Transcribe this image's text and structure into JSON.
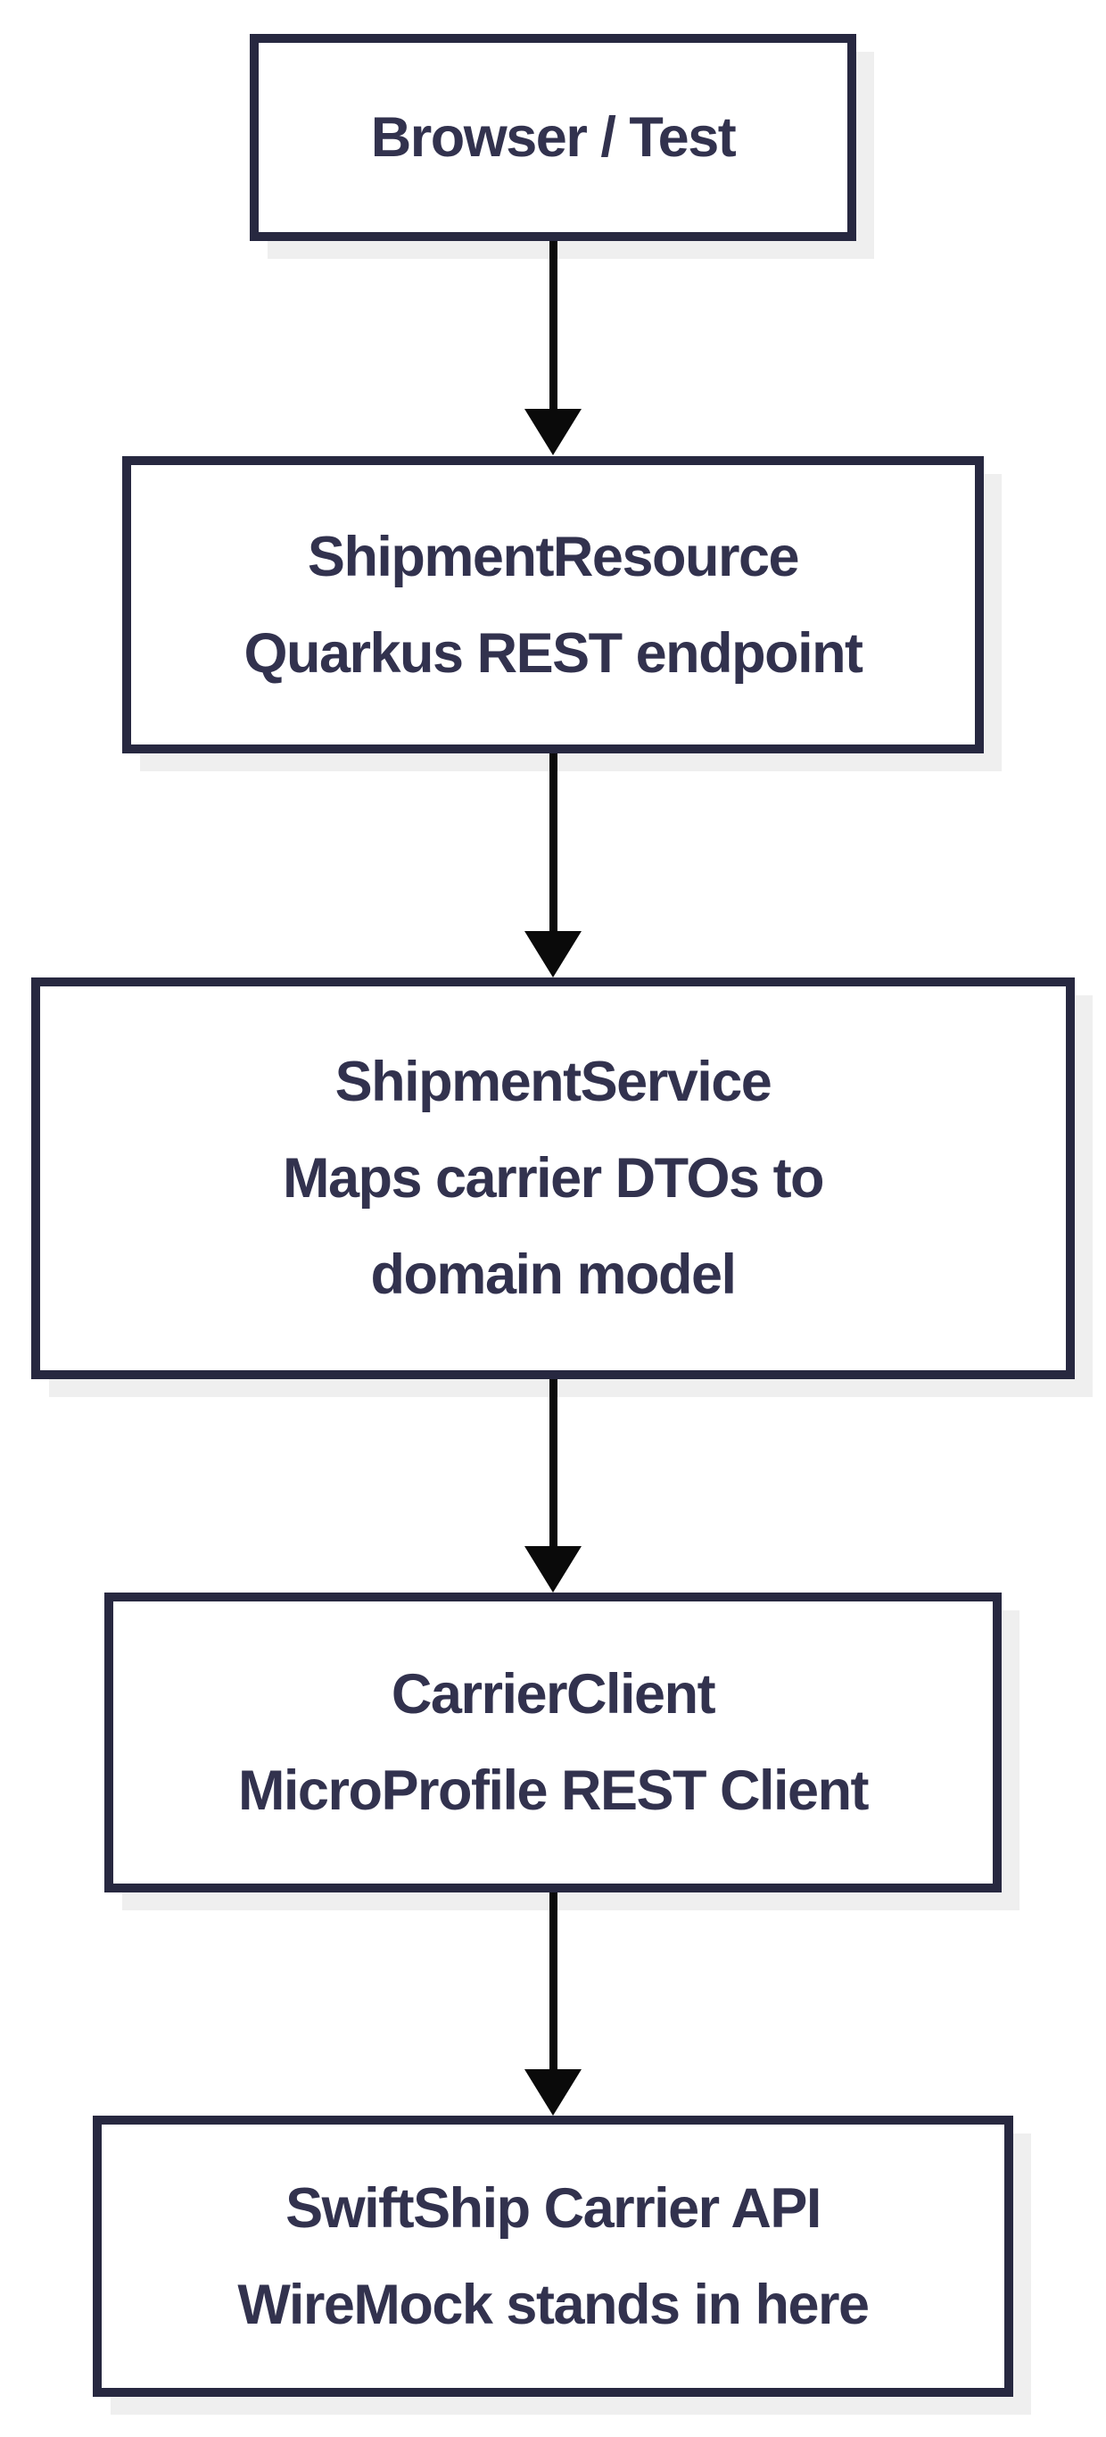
{
  "diagram": {
    "type": "flowchart",
    "direction": "top-down",
    "colors": {
      "canvas_bg": "#ffffff",
      "node_fill": "#ffffff",
      "node_border": "#272840",
      "node_text": "#32324e",
      "node_shadow": "#efefef",
      "arrow": "#0a0a0a"
    },
    "nodes": [
      {
        "id": "browser-test",
        "lines": [
          "Browser / Test"
        ]
      },
      {
        "id": "shipment-resource",
        "lines": [
          "ShipmentResource",
          "Quarkus REST endpoint"
        ]
      },
      {
        "id": "shipment-service",
        "lines": [
          "ShipmentService",
          "Maps carrier DTOs to",
          "domain model"
        ]
      },
      {
        "id": "carrier-client",
        "lines": [
          "CarrierClient",
          "MicroProfile REST Client"
        ]
      },
      {
        "id": "swiftship-api",
        "lines": [
          "SwiftShip Carrier API",
          "WireMock stands in here"
        ]
      }
    ],
    "edges": [
      {
        "from": "browser-test",
        "to": "shipment-resource"
      },
      {
        "from": "shipment-resource",
        "to": "shipment-service"
      },
      {
        "from": "shipment-service",
        "to": "carrier-client"
      },
      {
        "from": "carrier-client",
        "to": "swiftship-api"
      }
    ]
  }
}
